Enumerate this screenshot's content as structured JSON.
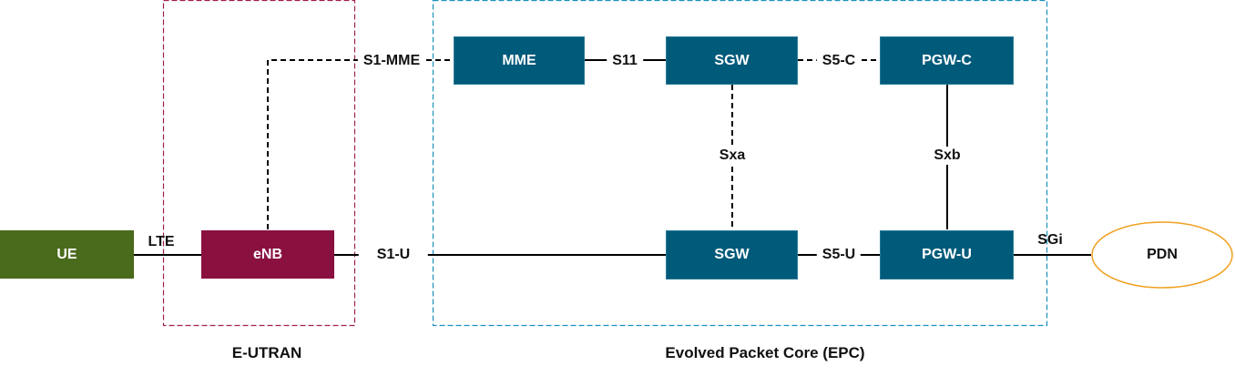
{
  "colors": {
    "ue": "#4a6a1c",
    "enb": "#8a1040",
    "core_node": "#005a7a",
    "core_node_border": "#2b7a96",
    "pdn_border": "#f0a020",
    "eutran_border": "#a02050",
    "epc_border": "#1a90c0"
  },
  "nodes": {
    "ue": "UE",
    "enb": "eNB",
    "mme": "MME",
    "sgw_c": "SGW",
    "pgw_c": "PGW-C",
    "sgw_u": "SGW",
    "pgw_u": "PGW-U",
    "pdn": "PDN"
  },
  "interfaces": {
    "lte": "LTE",
    "s1_mme": "S1-MME",
    "s11": "S11",
    "s5_c": "S5-C",
    "sxa": "Sxa",
    "sxb": "Sxb",
    "s1_u": "S1-U",
    "s5_u": "S5-U",
    "sgi": "SGi"
  },
  "regions": {
    "eutran": "E-UTRAN",
    "epc": "Evolved Packet Core (EPC)"
  }
}
